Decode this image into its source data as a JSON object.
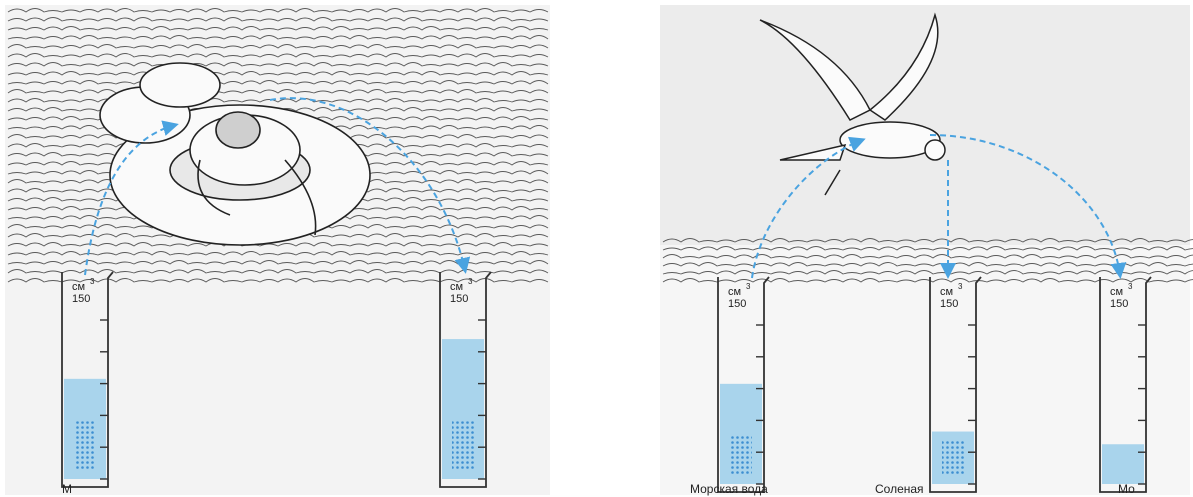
{
  "colors": {
    "water_line": "#5a5a5a",
    "liquid": "#a9d4ec",
    "dots": "#3d8fd1",
    "arrow": "#4aa3e0",
    "glass": "#333333",
    "background": "#ffffff",
    "left_panel_bg": "#f2f2f2",
    "sky": "#ededed"
  },
  "cylinder": {
    "unit": "см",
    "unit_power": "3",
    "max_value": "150",
    "major_ticks": 5
  },
  "left_panel": {
    "illustration": "man-on-inflatable-ring-in-sea",
    "cylinders": [
      {
        "id": "left-cylinder-1",
        "fill_fraction": 0.63,
        "dots_fraction": 0.3
      },
      {
        "id": "left-cylinder-2",
        "fill_fraction": 0.88,
        "dots_fraction": 0.3
      }
    ],
    "captions": [
      "М"
    ]
  },
  "right_panel": {
    "illustration": "seagull-over-sea",
    "cylinders": [
      {
        "id": "right-cylinder-1",
        "fill_fraction": 0.63,
        "dots_fraction": 0.25
      },
      {
        "id": "right-cylinder-2",
        "fill_fraction": 0.33,
        "dots_fraction": 0.22
      },
      {
        "id": "right-cylinder-3",
        "fill_fraction": 0.25,
        "dots_fraction": 0.0
      }
    ],
    "captions": [
      "Морская вода",
      "Соленая",
      "Мо"
    ]
  }
}
